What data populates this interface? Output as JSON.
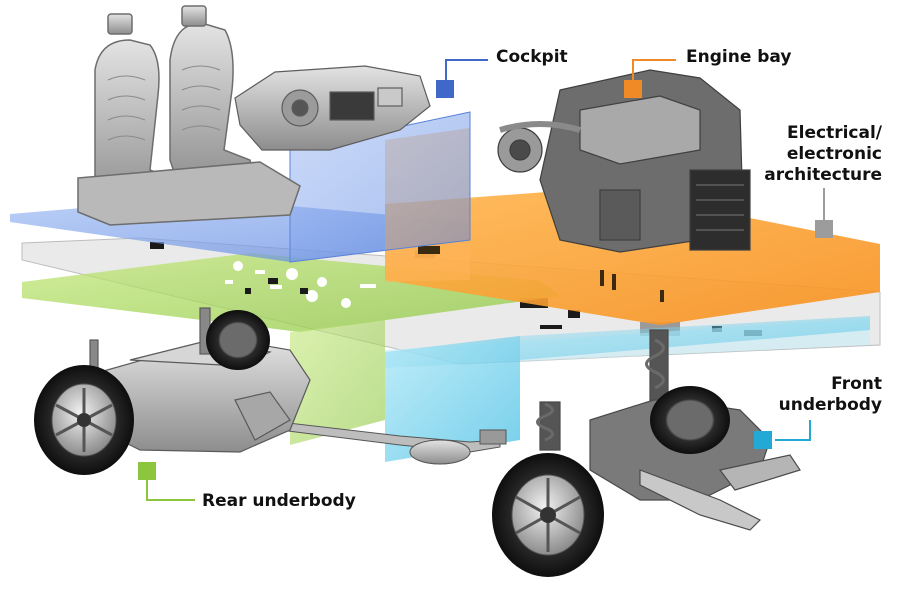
{
  "labels": {
    "cockpit": "Cockpit",
    "engine_bay": "Engine bay",
    "electrical": [
      "Electrical/",
      "electronic",
      "architecture"
    ],
    "front_underbody": [
      "Front",
      "underbody"
    ],
    "rear_underbody": "Rear underbody"
  },
  "colors": {
    "cockpit": "#3f68c8",
    "engine_bay": "#f08a26",
    "electrical": "#9c9c9c",
    "front_underbody": "#22a9d6",
    "rear_underbody": "#8cc63f"
  }
}
